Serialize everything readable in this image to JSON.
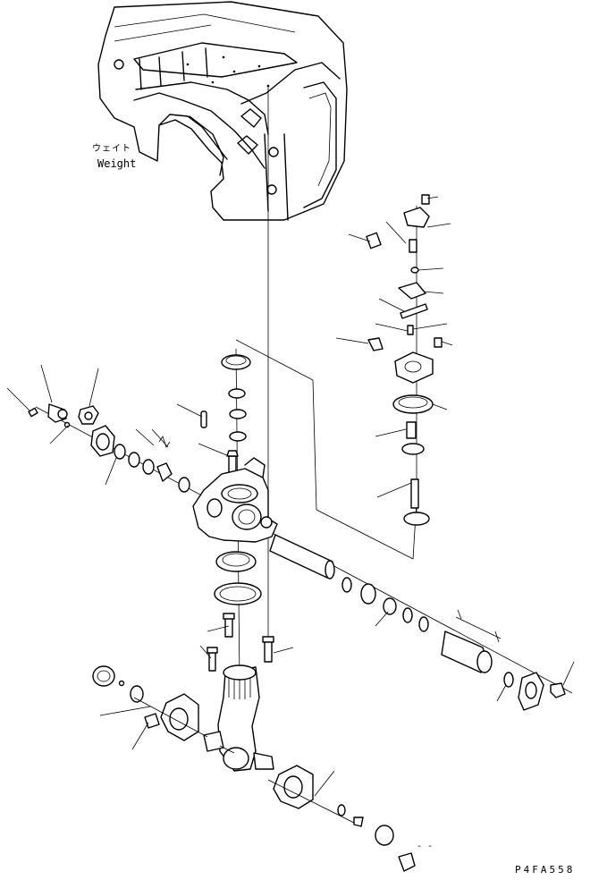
{
  "labels": {
    "weight_jp": "ウェイト",
    "weight_en": "Weight",
    "drawing_code": "P4FA558",
    "dash_mark": "- -"
  }
}
